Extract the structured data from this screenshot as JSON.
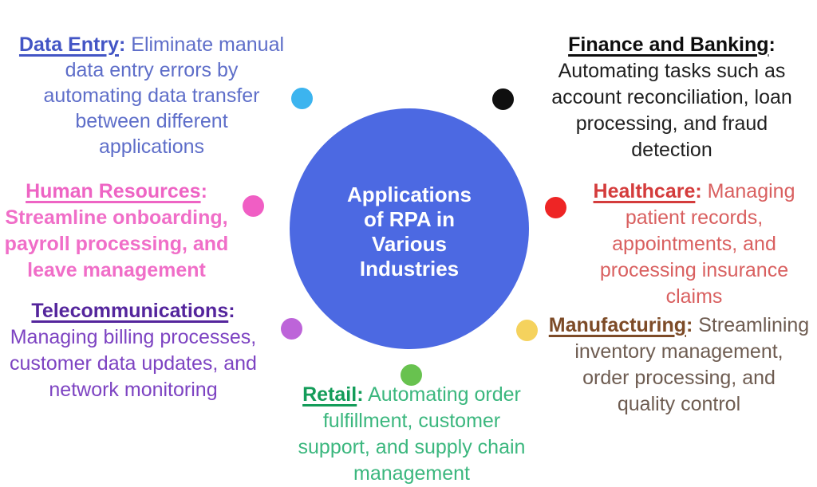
{
  "center": {
    "title": "Applications\nof RPA in\nVarious\nIndustries",
    "circle_color": "#4c69e2",
    "text_color": "#ffffff"
  },
  "industries": [
    {
      "heading": "Data Entry",
      "colon": ":",
      "body": " Eliminate manual\ndata entry errors by\nautomating data transfer\nbetween different\napplications",
      "heading_color": "#4355c5",
      "body_color": "#5e6ec9",
      "dot_color": "#3cb4ef"
    },
    {
      "heading": "Finance and Banking",
      "colon": ":",
      "body": "\nAutomating tasks such as\naccount reconciliation, loan\nprocessing, and fraud\ndetection",
      "heading_color": "#0d0d0d",
      "body_color": "#1f1f1f",
      "dot_color": "#0f0f0f"
    },
    {
      "heading": "Human Resources",
      "colon": ":",
      "body": "\nStreamline onboarding,\npayroll processing, and\nleave management",
      "heading_color": "#ee64c4",
      "body_color": "#f06ec8",
      "dot_color": "#f05ec4"
    },
    {
      "heading": "Healthcare",
      "colon": ":",
      "body": " Managing\npatient records,\nappointments, and\nprocessing insurance\nclaims",
      "heading_color": "#d43c3c",
      "body_color": "#d96060",
      "dot_color": "#ee2525"
    },
    {
      "heading": "Telecommunications",
      "colon": ":",
      "body": "\nManaging billing processes,\ncustomer data updates, and\nnetwork monitoring",
      "heading_color": "#54259c",
      "body_color": "#7d43c2",
      "dot_color": "#bd64d9"
    },
    {
      "heading": "Manufacturing",
      "colon": ":",
      "body": " Streamlining\ninventory management,\norder processing, and\nquality control",
      "heading_color": "#7d4b27",
      "body_color": "#6e5c51",
      "dot_color": "#f5d25d"
    },
    {
      "heading": "Retail",
      "colon": ":",
      "body": " Automating order\nfulfillment, customer\nsupport, and supply chain\nmanagement",
      "heading_color": "#139c59",
      "body_color": "#3bb77e",
      "dot_color": "#68c24f"
    }
  ]
}
